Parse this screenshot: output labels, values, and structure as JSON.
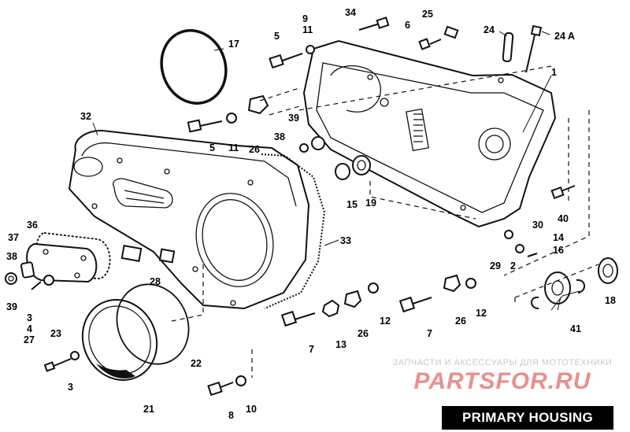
{
  "diagram": {
    "caption": "PRIMARY HOUSING",
    "watermark": {
      "tagline": "ЗАПЧАСТИ И АКСЕССУАРЫ ДЛЯ МОТОТЕХНИКИ",
      "logo": "PARTSFOR.RU"
    },
    "part_labels": {
      "p1": "1",
      "p2": "2",
      "p3a": "3",
      "p3b": "3",
      "p4": "4",
      "p5a": "5",
      "p5b": "5",
      "p6": "6",
      "p7a": "7",
      "p7b": "7",
      "p8": "8",
      "p9": "9",
      "p10": "10",
      "p11a": "11",
      "p11b": "11",
      "p12a": "12",
      "p12b": "12",
      "p13": "13",
      "p14": "14",
      "p15": "15",
      "p16": "16",
      "p17": "17",
      "p18": "18",
      "p19": "19",
      "p21": "21",
      "p22": "22",
      "p23": "23",
      "p24": "24",
      "p24a": "24 A",
      "p25": "25",
      "p26a": "26",
      "p26b": "26",
      "p26c": "26",
      "p27": "27",
      "p28": "28",
      "p29": "29",
      "p30": "30",
      "p32": "32",
      "p33": "33",
      "p34": "34",
      "p36": "36",
      "p37": "37",
      "p38a": "38",
      "p38b": "38",
      "p39a": "39",
      "p39b": "39",
      "p40": "40",
      "p41": "41"
    }
  }
}
